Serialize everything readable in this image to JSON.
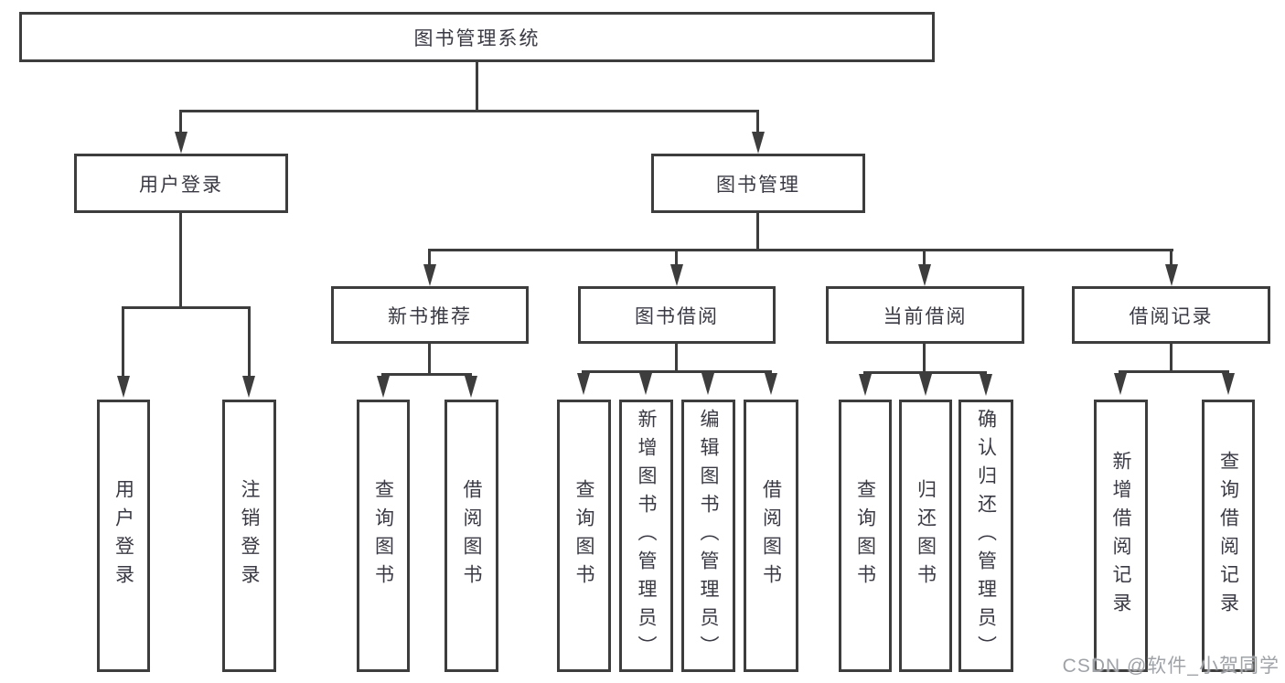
{
  "diagram": {
    "root": {
      "label": "图书管理系统"
    },
    "branches": [
      {
        "label": "用户登录",
        "children": [
          {
            "label": "用户登录"
          },
          {
            "label": "注销登录"
          }
        ]
      },
      {
        "label": "图书管理",
        "children": [
          {
            "label": "新书推荐",
            "children": [
              {
                "label": "查询图书"
              },
              {
                "label": "借阅图书"
              }
            ]
          },
          {
            "label": "图书借阅",
            "children": [
              {
                "label": "查询图书"
              },
              {
                "label": "新增图书（管理员）"
              },
              {
                "label": "编辑图书（管理员）"
              },
              {
                "label": "借阅图书"
              }
            ]
          },
          {
            "label": "当前借阅",
            "children": [
              {
                "label": "查询图书"
              },
              {
                "label": "归还图书"
              },
              {
                "label": "确认归还（管理员）"
              }
            ]
          },
          {
            "label": "借阅记录",
            "children": [
              {
                "label": "新增借阅记录"
              },
              {
                "label": "查询借阅记录"
              }
            ]
          }
        ]
      }
    ]
  },
  "watermark": {
    "text": "CSDN @软件_小贺同学"
  },
  "colors": {
    "line": "#3d3d3d",
    "text": "#3a3a44",
    "bg": "#ffffff",
    "wm": "#9fa3a8"
  }
}
